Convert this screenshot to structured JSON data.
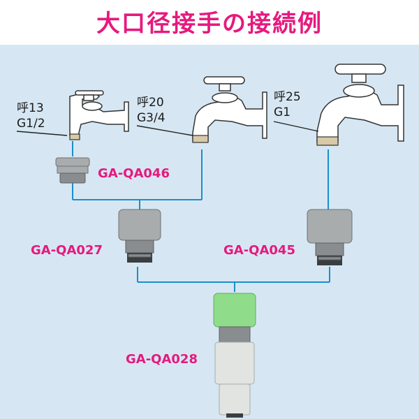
{
  "title": "大口径接手の接続例",
  "colors": {
    "title": "#e6197e",
    "part_label": "#e6197e",
    "background_panel": "#d6e7f3",
    "connector_line": "#1a8fc9",
    "faucet_body": "#ffffff",
    "faucet_outline": "#333333",
    "adapter_gray": "#a9acad",
    "connector_green": "#8fdc8a"
  },
  "faucets": [
    {
      "name_label": "呼13",
      "thread_label": "G1/2"
    },
    {
      "name_label": "呼20",
      "thread_label": "G3/4"
    },
    {
      "name_label": "呼25",
      "thread_label": "G1"
    }
  ],
  "parts": {
    "reducer": "GA-QA046",
    "adapter_small": "GA-QA027",
    "adapter_large": "GA-QA045",
    "quick_connector": "GA-QA028"
  }
}
